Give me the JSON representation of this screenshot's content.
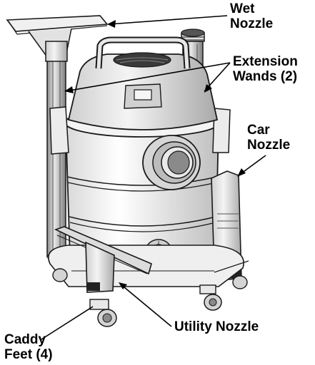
{
  "labels": {
    "wet_nozzle": [
      "Wet",
      "Nozzle"
    ],
    "extension_wands": [
      "Extension",
      "Wands (2)"
    ],
    "car_nozzle": [
      "Car",
      "Nozzle"
    ],
    "utility_nozzle": "Utility Nozzle",
    "caddy_feet": [
      "Caddy",
      "Feet (4)"
    ]
  },
  "colors": {
    "ink": "#000000",
    "line": "#1a1a1a",
    "paper": "#ffffff",
    "light_gray": "#e6e6e6",
    "mid_gray": "#bdbdbd",
    "dark_gray": "#7a7a7a"
  }
}
